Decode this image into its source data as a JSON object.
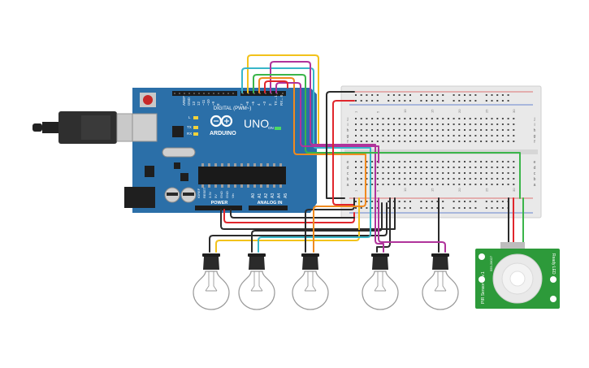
{
  "board": {
    "brand": "ARDUINO",
    "model": "UNO",
    "on_label": "ON",
    "digital_label": "DIGITAL (PWM~)",
    "power_label": "POWER",
    "analog_label": "ANALOG IN",
    "aref_label": "AREF",
    "gnd_label": "GND",
    "tx_label": "TX",
    "rx_label": "RX",
    "l_label": "L",
    "digital_pins": [
      "13",
      "12",
      "~11",
      "~10",
      "~9",
      "8",
      "7",
      "~6",
      "~5",
      "4",
      "~3",
      "2",
      "TX→1",
      "RX←0"
    ],
    "power_pins": [
      "IOREF",
      "RESET",
      "3.3V",
      "5V",
      "GND",
      "GND",
      "Vin"
    ],
    "analog_pins": [
      "A0",
      "A1",
      "A2",
      "A3",
      "A4",
      "A5"
    ]
  },
  "breadboard": {
    "row_letters_top": [
      "j",
      "i",
      "h",
      "g",
      "f"
    ],
    "row_letters_bottom": [
      "e",
      "d",
      "c",
      "b",
      "a"
    ],
    "columns": [
      "1",
      "5",
      "10",
      "15",
      "20",
      "25",
      "30"
    ]
  },
  "pir_sensor": {
    "left_text": "PIR Sensor Rev.1",
    "right_text": "Ready LED",
    "top_text": "555-28027"
  },
  "colors": {
    "board": "#2b6fa8",
    "breadboard": "#e9e9e9",
    "wire_red": "#e0262c",
    "wire_black": "#2b2b2b",
    "wire_yellow": "#f2c21b",
    "wire_green": "#3bb54a",
    "wire_cyan": "#38b6c9",
    "wire_magenta": "#b0339b",
    "wire_orange": "#f08a1f",
    "pir_board": "#2d9a3a"
  },
  "bulbs": {
    "count": 5
  }
}
